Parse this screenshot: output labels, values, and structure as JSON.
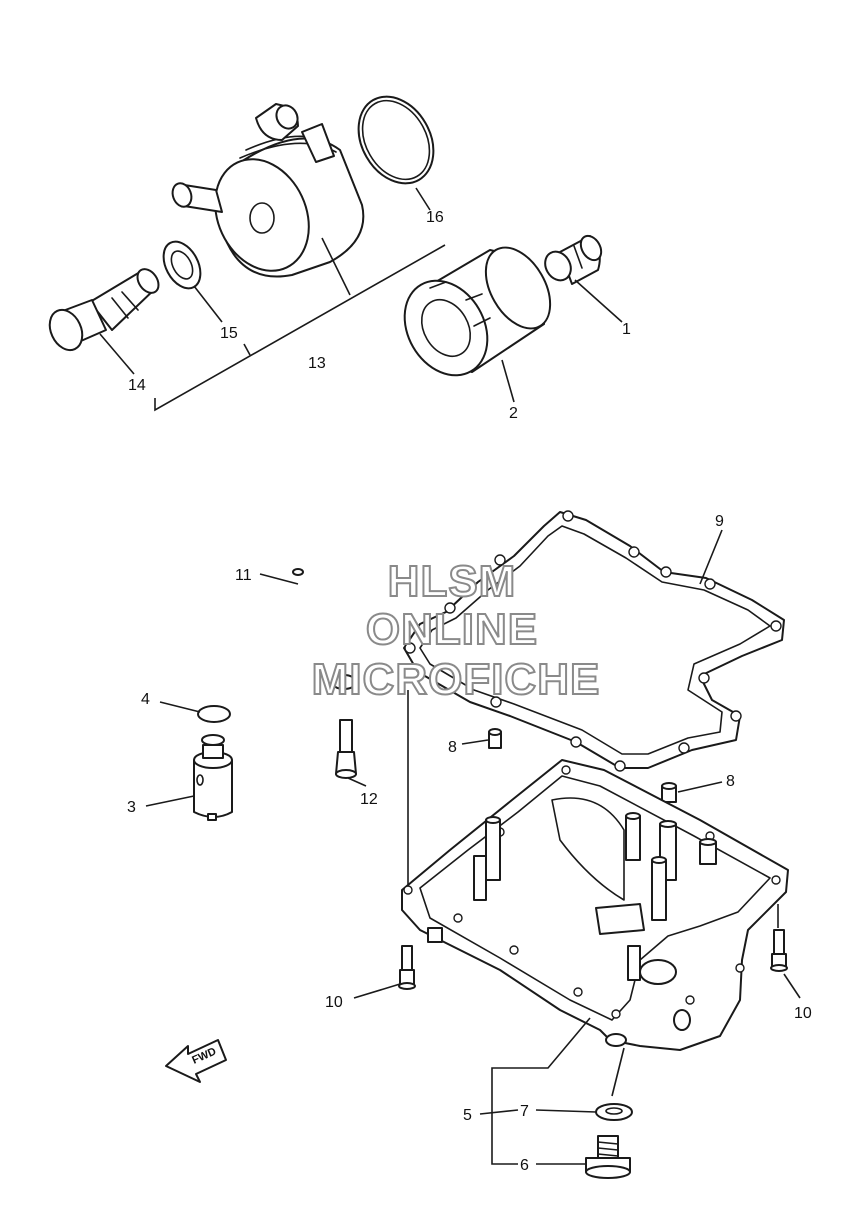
{
  "watermark": {
    "line1": "HLSM",
    "line2": "ONLINE",
    "line3": "MICROFICHE"
  },
  "direction_marker": "FWD",
  "callouts": {
    "c1": "1",
    "c2": "2",
    "c3": "3",
    "c4": "4",
    "c5": "5",
    "c6": "6",
    "c7": "7",
    "c8a": "8",
    "c8b": "8",
    "c9": "9",
    "c10a": "10",
    "c10b": "10",
    "c11": "11",
    "c12": "12",
    "c13": "13",
    "c14": "14",
    "c15": "15",
    "c16": "16"
  },
  "icons": {
    "fwd_arrow": "fwd-arrow-icon"
  }
}
